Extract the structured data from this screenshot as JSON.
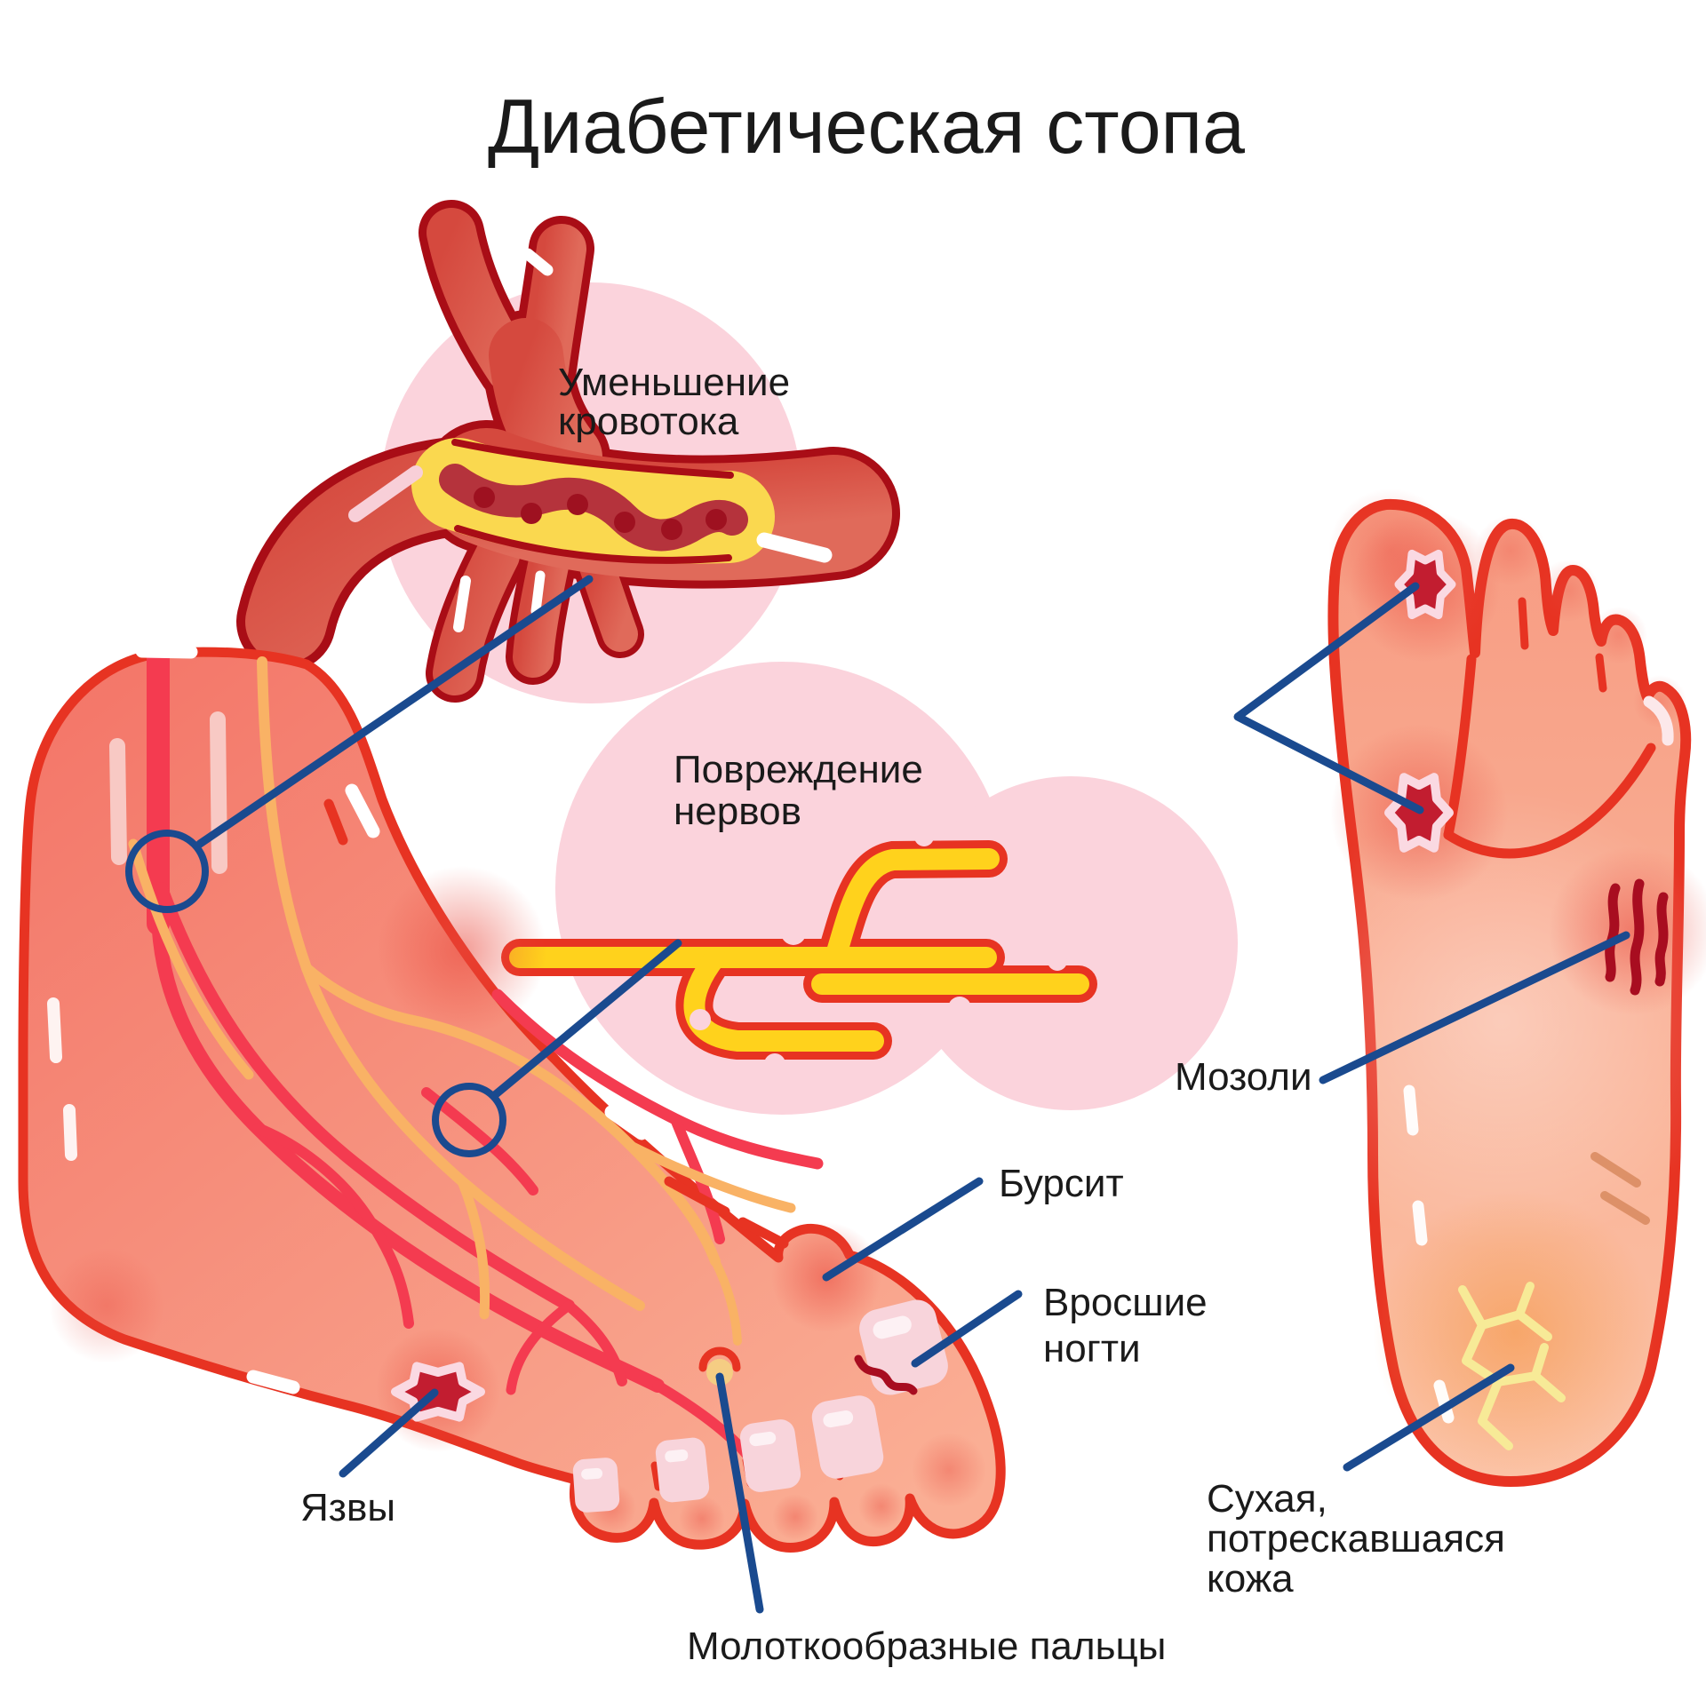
{
  "title": {
    "text": "Диабетическая стопа"
  },
  "labels": {
    "blood_flow": {
      "line1": "Уменьшение",
      "line2": "кровотока"
    },
    "nerve_damage": {
      "line1": "Повреждение",
      "line2": "нервов"
    },
    "ulcers": {
      "text": "Язвы"
    },
    "bursitis": {
      "text": "Бурсит"
    },
    "ingrown_nails": {
      "line1": "Вросшие",
      "line2": "ногти"
    },
    "hammer_toes": {
      "text": "Молоткообразные пальцы"
    },
    "calluses": {
      "text": "Мозоли"
    },
    "dry_skin": {
      "line1": "Сухая,",
      "line2": "потрескавшаяся",
      "line3": "кожа"
    }
  },
  "colors": {
    "background": "#ffffff",
    "text": "#1a1a1a",
    "leader_blue": "#1a4a8f",
    "pink_circle": "#fbd3dc",
    "vessel_wall": "#db5a4d",
    "vessel_outline": "#a90d16",
    "plaque_yellow": "#fad84f",
    "lumen_red": "#b5333c",
    "nerve_yellow": "#ffd21c",
    "nerve_outline": "#e73322",
    "foot_outline": "#e73322",
    "foot_fill_light": "#f9ab92",
    "artery_red": "#f43b50",
    "nerve_orange": "#f9b265",
    "ulcer_red": "#c21d30",
    "ulcer_ring": "#fad9e2",
    "nail_pink": "#f8d4db",
    "corn_yellow": "#f5cd83",
    "crack_yellow": "#f7ea97",
    "dark_red_detail": "#a80d20"
  }
}
